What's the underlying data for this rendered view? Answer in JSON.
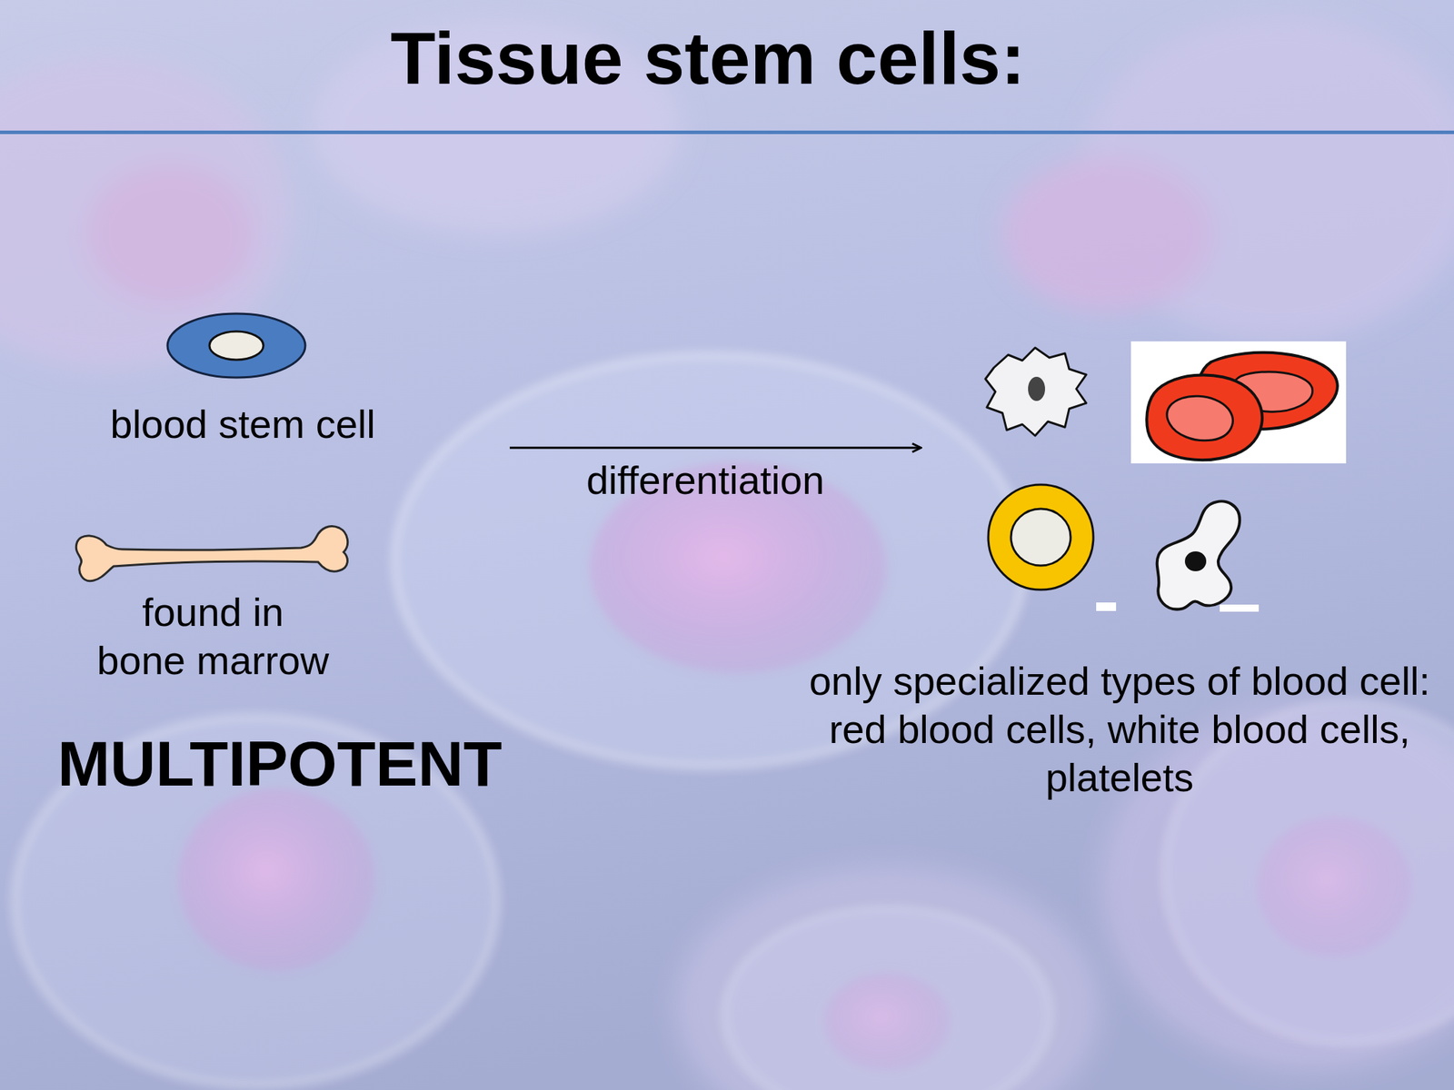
{
  "diagram": {
    "title": "Tissue stem cells:",
    "nodes": [
      {
        "text": [
          "blood stem cell"
        ]
      },
      {
        "text": [
          "only specialized types of blood cell: red blood cells, white blood cells, platelets"
        ]
      }
    ],
    "edges": [
      {
        "from": 0,
        "to": 1,
        "label": "differentiation",
        "arrow": "to"
      }
    ],
    "labels": [
      "found in bone marrow",
      "MULTIPOTENT"
    ]
  }
}
